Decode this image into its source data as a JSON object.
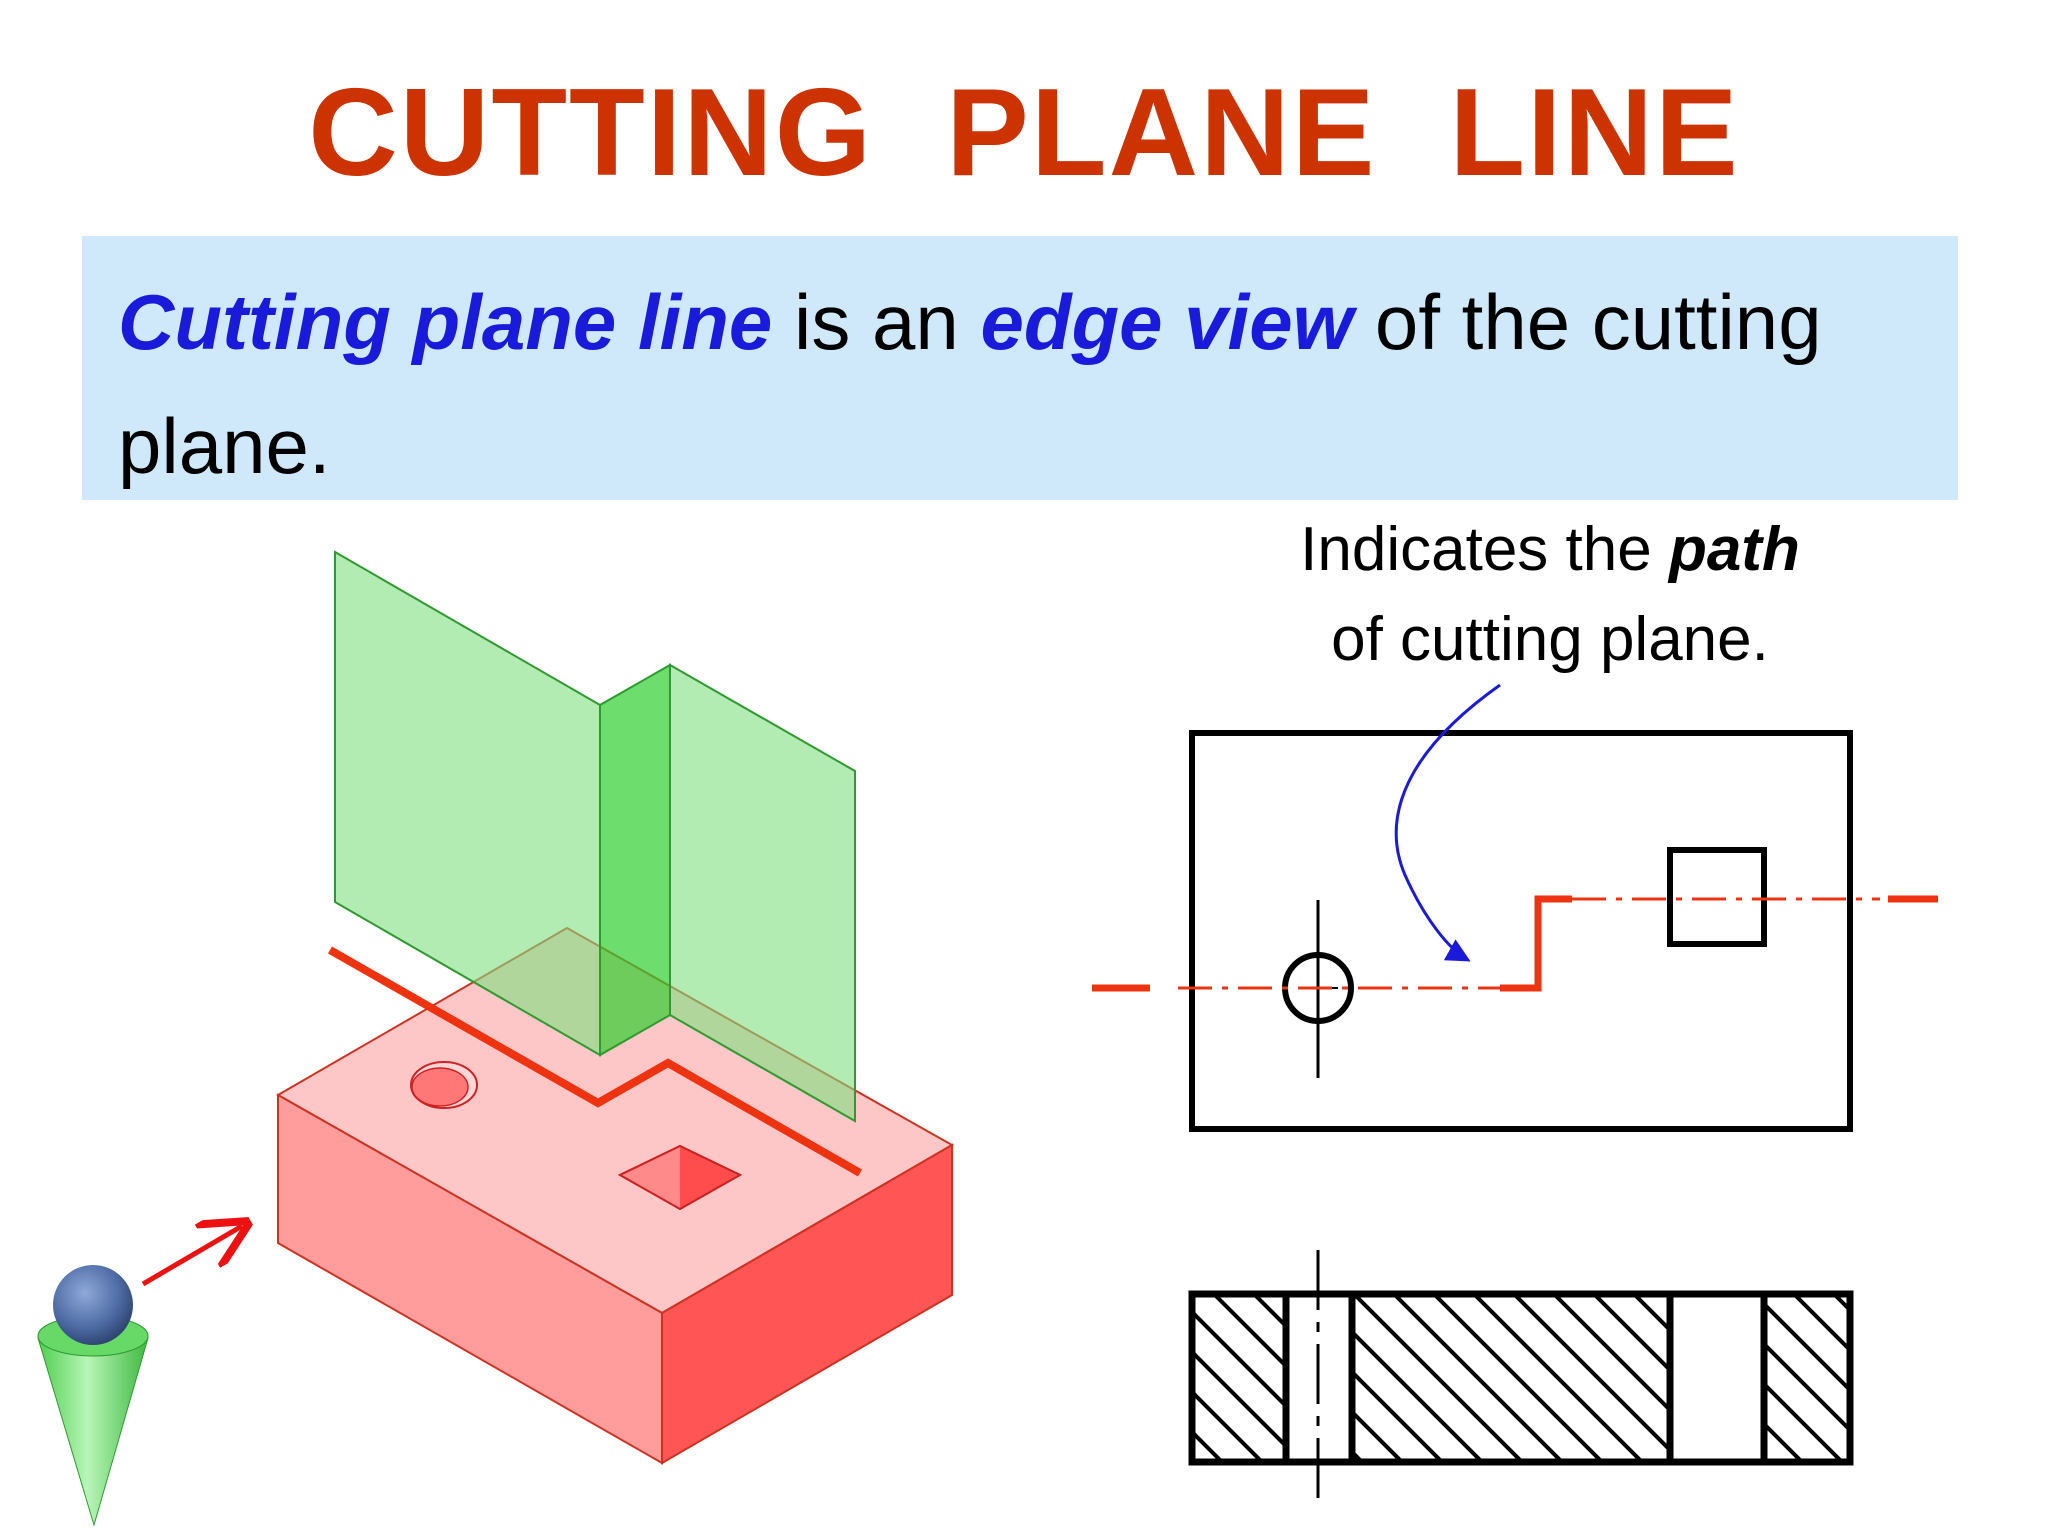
{
  "title": "CUTTING  PLANE  LINE",
  "definition": {
    "term": "Cutting plane line",
    "middle": " is an ",
    "emphasis": "edge view",
    "rest": " of the cutting plane."
  },
  "annotation": {
    "line1_prefix": "Indicates the ",
    "line1_emphasis": "path",
    "line2": "of cutting plane."
  },
  "colors": {
    "title": "#cc3300",
    "emphasis": "#1a1adb",
    "definition_background": "#cfe9fb",
    "cutting_line": "#ee3311",
    "leader_arrow": "#1a1adb",
    "block_top": "#fdc7c7",
    "block_left": "#ff9d9d",
    "block_right": "#ff5555",
    "plane": "#7fe07f"
  },
  "icons": [
    "viewer-icon",
    "view-direction-arrow-icon",
    "leader-arrow-icon"
  ]
}
